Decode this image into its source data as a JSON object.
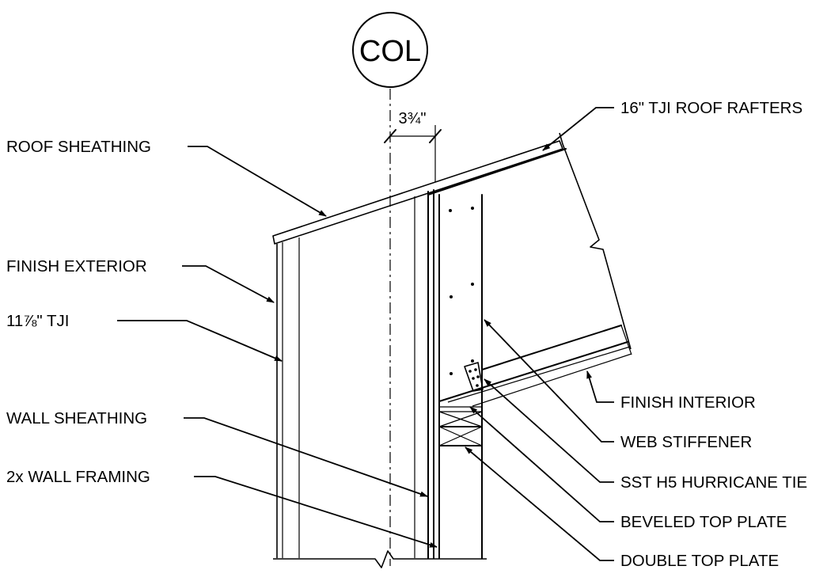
{
  "grid_bubble": {
    "text": "COL"
  },
  "dimension": {
    "text": "3¾\""
  },
  "labels": {
    "roof_rafters": "16\" TJI ROOF RAFTERS",
    "roof_sheathing": "ROOF SHEATHING",
    "finish_exterior": "FINISH EXTERIOR",
    "tji": "11⅞\" TJI",
    "wall_sheathing": "WALL SHEATHING",
    "wall_framing": "2x WALL FRAMING",
    "finish_interior": "FINISH INTERIOR",
    "web_stiffener": "WEB STIFFENER",
    "hurricane_tie": "SST H5 HURRICANE TIE",
    "beveled_top_plate": "BEVELED TOP PLATE",
    "double_top_plate": "DOUBLE TOP PLATE"
  }
}
